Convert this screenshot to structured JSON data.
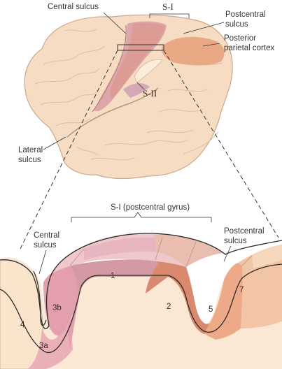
{
  "top_labels": {
    "central_sulcus": "Central sulcus",
    "s1": "S-I",
    "postcentral_sulcus_line1": "Postcentral",
    "postcentral_sulcus_line2": "sulcus",
    "posterior_parietal_line1": "Posterior",
    "posterior_parietal_line2": "parietal cortex",
    "s2": "S-II",
    "lateral_sulcus_line1": "Lateral",
    "lateral_sulcus_line2": "sulcus"
  },
  "bottom_labels": {
    "gyrus_title": "S-I (postcentral gyrus)",
    "central_sulcus_line1": "Central",
    "central_sulcus_line2": "sulcus",
    "postcentral_sulcus_line1": "Postcentral",
    "postcentral_sulcus_line2": "sulcus"
  },
  "areas": [
    "1",
    "2",
    "3a",
    "3b",
    "4",
    "5",
    "7"
  ],
  "colors": {
    "brain": "#f5dcc2",
    "brain_outline": "#c9a98c",
    "area_3b": "#e3a0ac",
    "area_1": "#d49aa4",
    "area_2": "#d98a6e",
    "area_5": "#eeaa88",
    "area_7": "#f2c6a4",
    "area_4": "#fbe4cc",
    "posterior_parietal": "#e8a07a",
    "s2": "#d4a8b4"
  }
}
